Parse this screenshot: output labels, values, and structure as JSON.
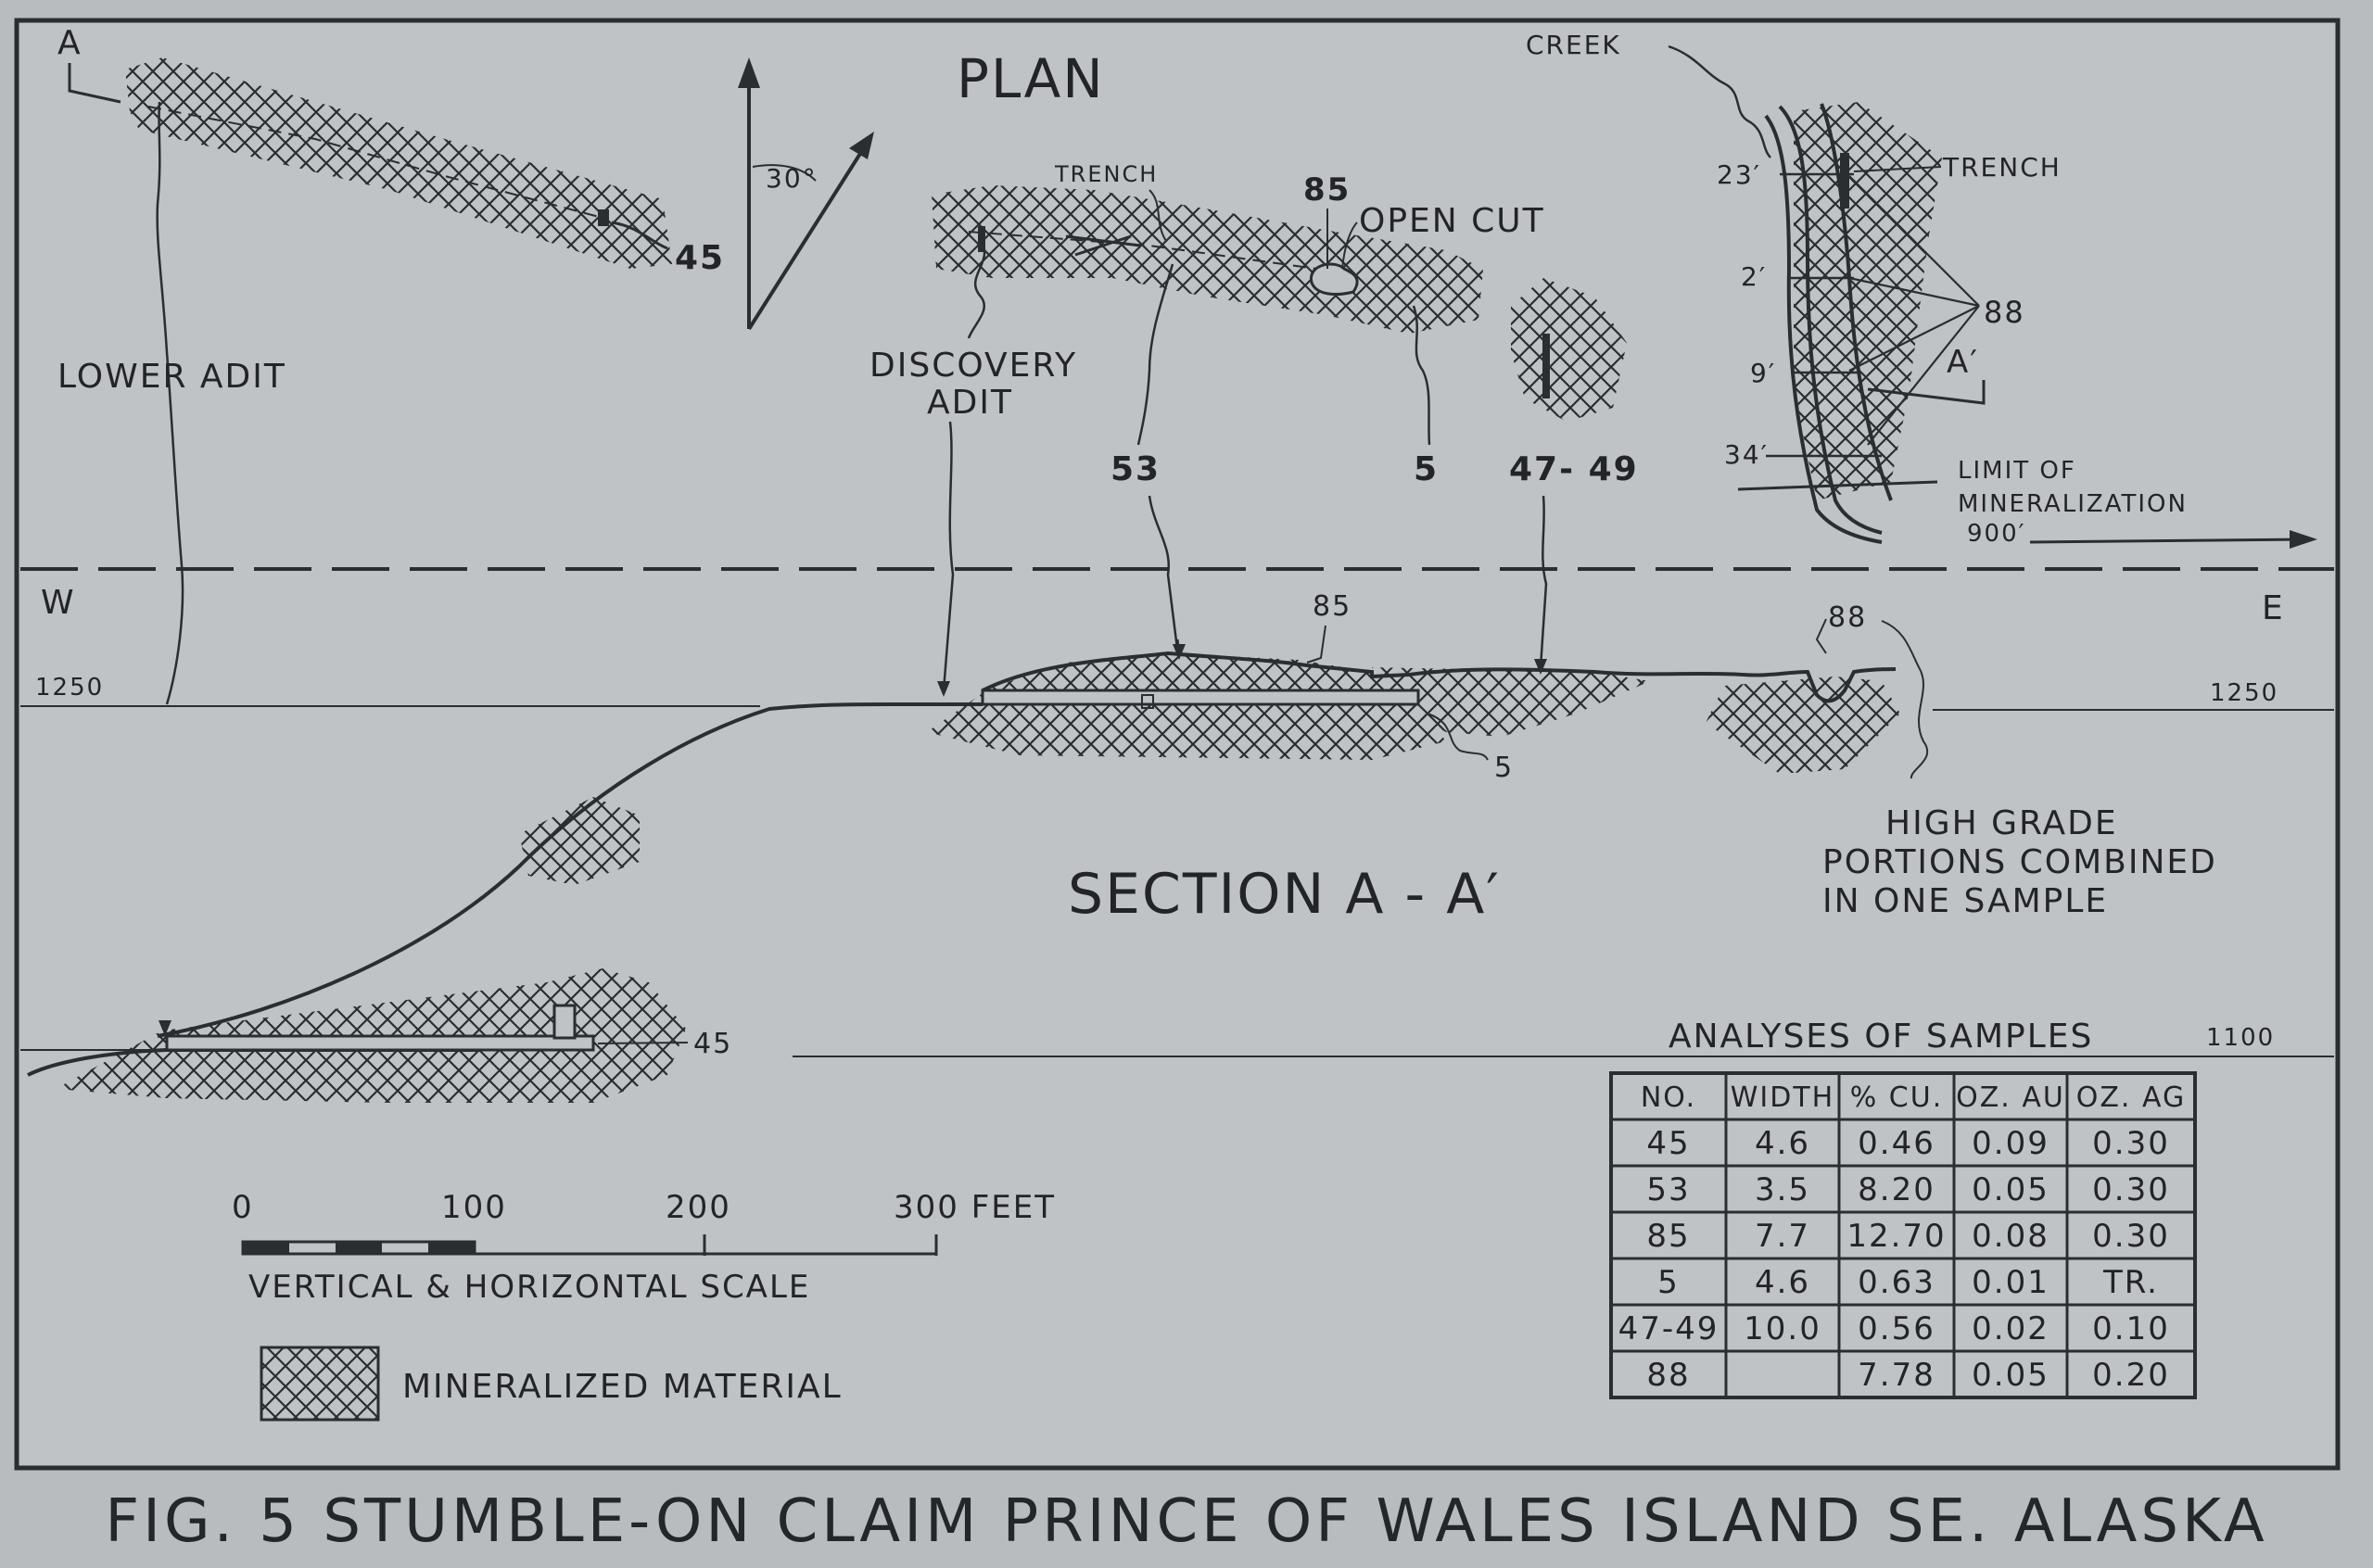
{
  "caption": "FIG. 5   STUMBLE-ON CLAIM PRINCE OF WALES ISLAND SE. ALASKA",
  "plan": {
    "title": "PLAN",
    "strike_angle": "30°",
    "point_a": "A",
    "point_a_prime": "A′",
    "lower_adit": "LOWER ADIT",
    "discovery_adit_1": "DISCOVERY",
    "discovery_adit_2": "ADIT",
    "trench": "TRENCH",
    "open_cut": "OPEN CUT",
    "creek": "CREEK",
    "trench_right": "TRENCH",
    "sample_45": "45",
    "sample_85": "85",
    "sample_53": "53",
    "sample_5": "5",
    "sample_47_49": "47- 49",
    "sample_88": "88",
    "width_23": "23′",
    "width_2": "2′",
    "width_9": "9′",
    "width_34": "34′",
    "limit_1": "LIMIT OF",
    "limit_2": "MINERALIZATION",
    "limit_3": "900′"
  },
  "section": {
    "west": "W",
    "east": "E",
    "elev_1250_left": "1250",
    "elev_1250_right": "1250",
    "elev_1100": "1100",
    "sample_85": "85",
    "sample_88": "88",
    "sample_5": "5",
    "sample_45": "45",
    "title": "SECTION  A - A′",
    "note_1": "HIGH GRADE",
    "note_2": "PORTIONS COMBINED",
    "note_3": "IN ONE SAMPLE"
  },
  "scale": {
    "ticks": [
      "0",
      "100",
      "200",
      "300 FEET"
    ],
    "label": "VERTICAL & HORIZONTAL  SCALE"
  },
  "legend": {
    "mineralized": "MINERALIZED  MATERIAL"
  },
  "table": {
    "title": "ANALYSES OF SAMPLES",
    "headers": [
      "NO.",
      "WIDTH",
      "% CU.",
      "OZ. AU",
      "OZ. AG"
    ],
    "rows": [
      [
        "45",
        "4.6",
        "0.46",
        "0.09",
        "0.30"
      ],
      [
        "53",
        "3.5",
        "8.20",
        "0.05",
        "0.30"
      ],
      [
        "85",
        "7.7",
        "12.70",
        "0.08",
        "0.30"
      ],
      [
        "5",
        "4.6",
        "0.63",
        "0.01",
        "TR."
      ],
      [
        "47-49",
        "10.0",
        "0.56",
        "0.02",
        "0.10"
      ],
      [
        "88",
        "",
        "7.78",
        "0.05",
        "0.20"
      ]
    ]
  }
}
